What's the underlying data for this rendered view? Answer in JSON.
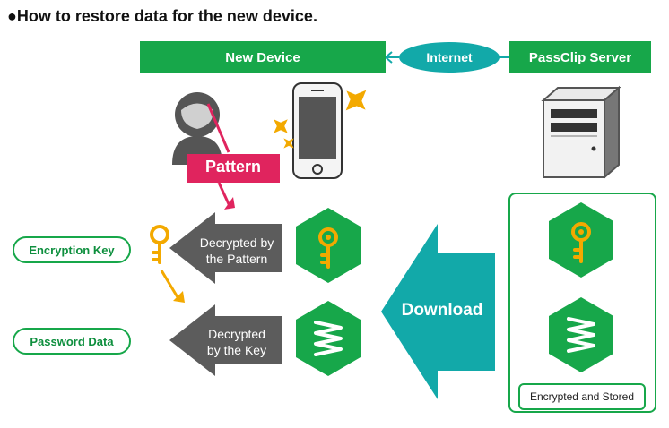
{
  "title": "●How to restore data for the new device.",
  "new_device_label": "New Device",
  "internet_label": "Internet",
  "server_label": "PassClip Server",
  "pattern_label": "Pattern",
  "encryption_key_label": "Encryption Key",
  "password_data_label": "Password Data",
  "decrypted_by_pattern": [
    "Decrypted by",
    "the Pattern"
  ],
  "decrypted_by_key": [
    "Decrypted",
    "by the Key"
  ],
  "download_label": "Download",
  "encrypted_stored_label": "Encrypted and Stored",
  "colors": {
    "green": "#17a74a",
    "teal": "#12a9a9",
    "gray": "#5c5c5c",
    "pink": "#e0245e",
    "gold": "#f3a900"
  }
}
